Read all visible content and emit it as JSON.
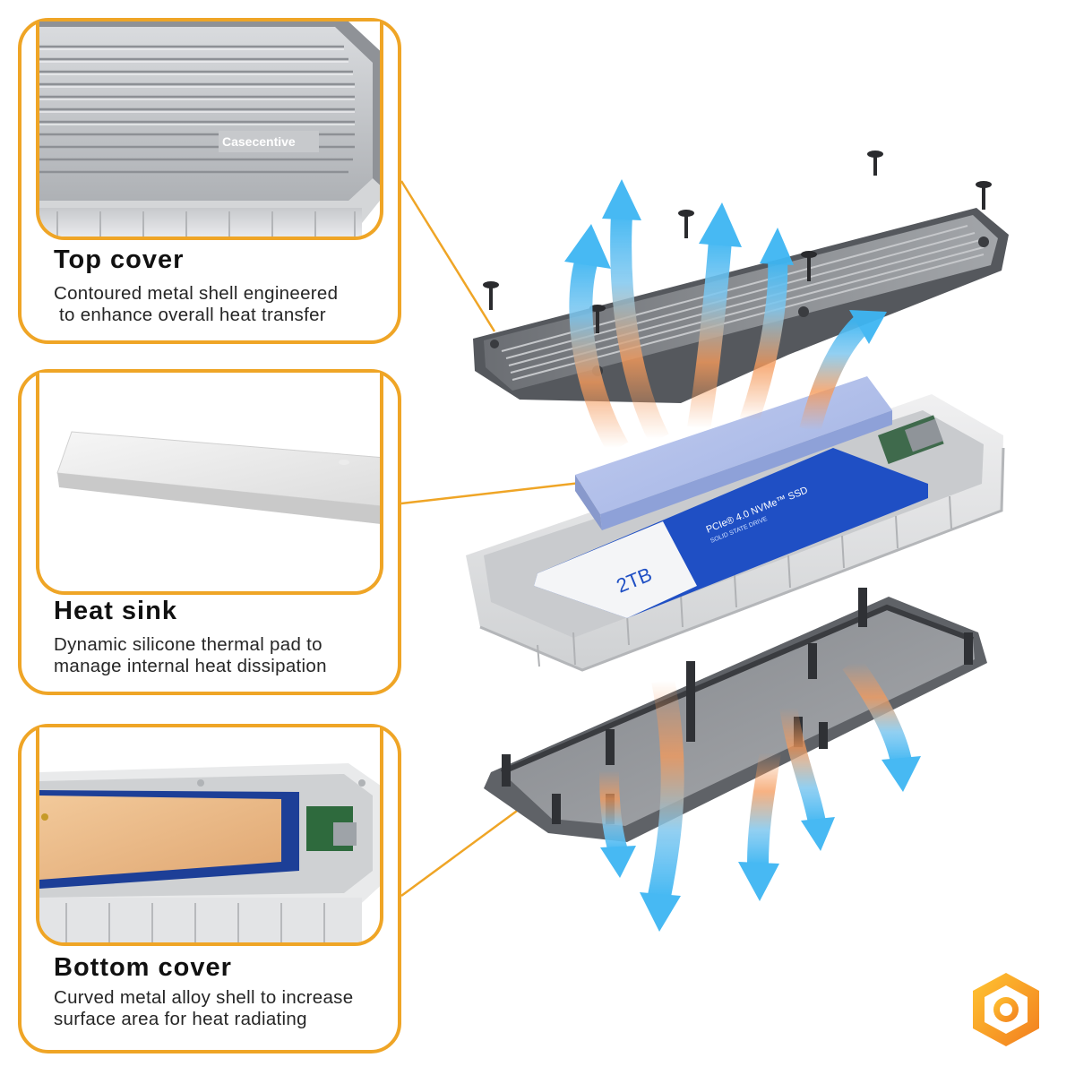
{
  "panels": {
    "top_cover": {
      "title": "Top cover",
      "description": "Contoured metal shell engineered\n to enhance overall heat transfer",
      "brand_text": "Casecentive"
    },
    "heat_sink": {
      "title": "Heat sink",
      "description": "Dynamic silicone thermal pad to\nmanage internal heat dissipation"
    },
    "bottom_cover": {
      "title": "Bottom cover",
      "description": "Curved metal alloy shell to increase\nsurface area for heat radiating"
    }
  },
  "ssd_label": {
    "line1": "PCIe® 4.0 NVMe™ SSD",
    "line2": "SOLID STATE DRIVE",
    "capacity": "2TB"
  },
  "colors": {
    "accent": "#efa526",
    "thermal_pad": "#a9b9e6",
    "ssd_blue": "#1f4fc4",
    "airflow_blue": "#3eb6f3",
    "heat_orange": "#f59a5b"
  },
  "icons": {
    "logo": "hexagon-logo-icon",
    "screw": "screw-icon",
    "airflow": "airflow-arrow-icon"
  }
}
